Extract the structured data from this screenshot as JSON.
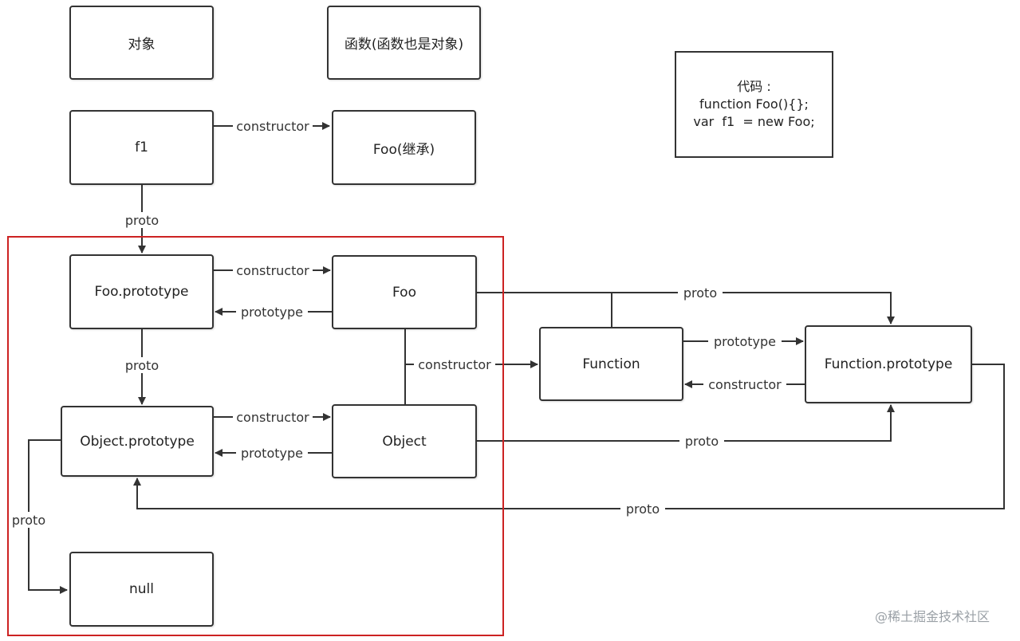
{
  "legend": {
    "object_label": "对象",
    "function_label": "函数(函数也是对象)"
  },
  "code": {
    "line1": "代码 :",
    "line2": "function Foo(){};",
    "line3": "var  f1  = new Foo;"
  },
  "nodes": {
    "f1": "f1",
    "foo_inherit": "Foo(继承)",
    "foo_prototype": "Foo.prototype",
    "foo": "Foo",
    "object_prototype": "Object.prototype",
    "object": "Object",
    "null": "null",
    "function": "Function",
    "function_prototype": "Function.prototype"
  },
  "edge_labels": {
    "constructor": "constructor",
    "proto": "proto",
    "prototype": "prototype"
  },
  "watermark": "@稀土掘金技术社区",
  "colors": {
    "stroke": "#333333",
    "highlight": "#cc2222"
  }
}
